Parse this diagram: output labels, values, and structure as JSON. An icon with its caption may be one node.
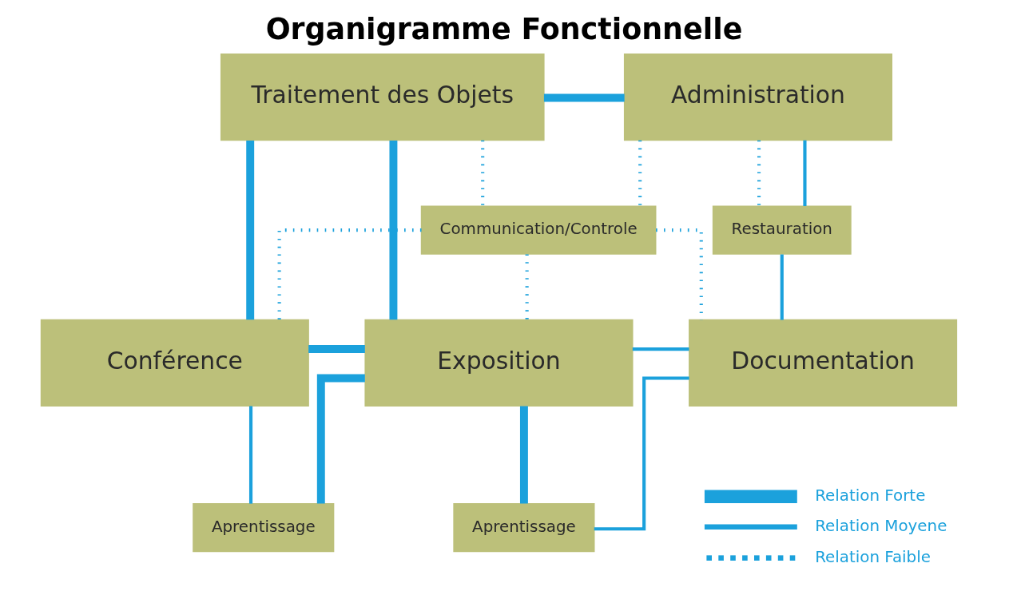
{
  "diagram": {
    "title": "Organigramme Fonctionnelle",
    "nodes": [
      {
        "text": [
          "Traitement des Objets"
        ]
      },
      {
        "text": [
          "Administration"
        ]
      },
      {
        "text": [
          "Restauration"
        ]
      },
      {
        "text": [
          "Communication/Controle"
        ]
      },
      {
        "text": [
          "Aprentissage"
        ]
      },
      {
        "text": [
          "Aprentissage"
        ]
      },
      {
        "text": [
          "Conférence"
        ]
      },
      {
        "text": [
          "Exposition"
        ]
      },
      {
        "text": [
          "Documentation"
        ]
      }
    ],
    "edges": [
      {
        "from": 0,
        "to": 1,
        "arrow": "none",
        "style": "thick"
      },
      {
        "from": 0,
        "to": 6,
        "arrow": "none",
        "style": "thick"
      },
      {
        "from": 0,
        "to": 7,
        "arrow": "none",
        "style": "thick"
      },
      {
        "from": 0,
        "to": 3,
        "arrow": "none",
        "style": "dashed"
      },
      {
        "from": 1,
        "to": 3,
        "arrow": "none",
        "style": "dashed"
      },
      {
        "from": 1,
        "to": 2,
        "arrow": "none",
        "style": "dashed"
      },
      {
        "from": 1,
        "to": 2,
        "arrow": "none"
      },
      {
        "from": 2,
        "to": 8,
        "arrow": "none"
      },
      {
        "from": 3,
        "to": 6,
        "arrow": "none",
        "style": "dashed"
      },
      {
        "from": 3,
        "to": 7,
        "arrow": "none",
        "style": "dashed"
      },
      {
        "from": 3,
        "to": 8,
        "arrow": "none",
        "style": "dashed"
      },
      {
        "from": 4,
        "to": 6,
        "arrow": "none"
      },
      {
        "from": 4,
        "to": 7,
        "arrow": "none",
        "style": "thick"
      },
      {
        "from": 6,
        "to": 7,
        "arrow": "none",
        "style": "thick"
      },
      {
        "from": 7,
        "to": 5,
        "arrow": "none",
        "style": "thick"
      },
      {
        "from": 7,
        "to": 8,
        "arrow": "none"
      },
      {
        "from": 5,
        "to": 8,
        "arrow": "none"
      }
    ],
    "legend": [
      {
        "text": "Relation Forte"
      },
      {
        "text": "Relation Moyene"
      },
      {
        "text": "Relation Faible"
      }
    ]
  }
}
